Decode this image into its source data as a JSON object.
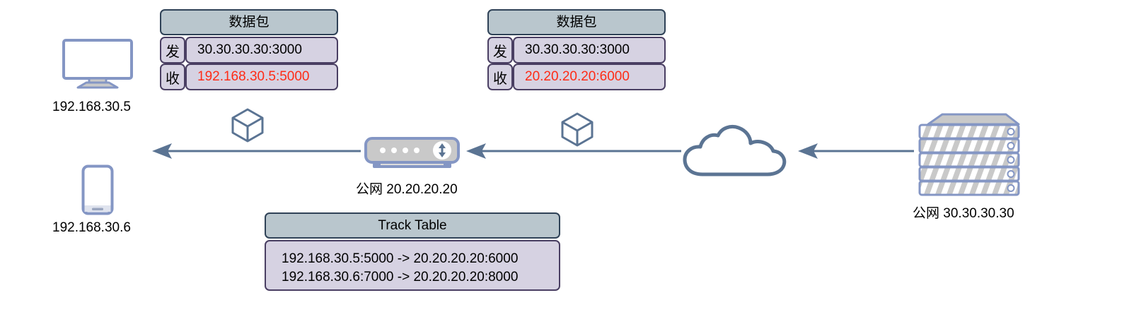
{
  "diagram": {
    "title": "NAT packet flow diagram",
    "colors": {
      "stroke_blue": "#5b7493",
      "device_border": "#8496c4",
      "device_fill": "#c9c9c9",
      "header_fill": "#b9c6cd",
      "header_border": "#2f4257",
      "cell_fill": "#d6d2e2",
      "cell_border": "#4a3f63",
      "highlight_red": "#ff2b16",
      "background": "#ffffff"
    }
  },
  "packets": [
    {
      "header": "数据包",
      "rows": [
        {
          "label": "发",
          "value": "30.30.30.30:3000",
          "highlight": false
        },
        {
          "label": "收",
          "value": "192.168.30.5:5000",
          "highlight": true
        }
      ]
    },
    {
      "header": "数据包",
      "rows": [
        {
          "label": "发",
          "value": "30.30.30.30:3000",
          "highlight": false
        },
        {
          "label": "收",
          "value": "20.20.20.20:6000",
          "highlight": true
        }
      ]
    }
  ],
  "track_table": {
    "header": "Track Table",
    "entries": [
      "192.168.30.5:5000 -> 20.20.20.20:6000",
      "192.168.30.6:7000 -> 20.20.20.20:8000"
    ],
    "entries_text": "192.168.30.5:5000 -> 20.20.20.20:6000\n192.168.30.6:7000 -> 20.20.20.20:8000"
  },
  "nodes": {
    "desktop": {
      "icon": "desktop-monitor-icon",
      "label": "192.168.30.5"
    },
    "phone": {
      "icon": "mobile-phone-icon",
      "label": "192.168.30.6"
    },
    "router": {
      "icon": "router-icon",
      "label": "公网 20.20.20.20"
    },
    "cloud": {
      "icon": "cloud-icon",
      "label": ""
    },
    "server": {
      "icon": "server-rack-icon",
      "label": "公网 30.30.30.30"
    }
  },
  "packet_cubes": [
    {
      "icon": "package-cube-icon"
    },
    {
      "icon": "package-cube-icon"
    }
  ],
  "arrows": [
    {
      "name": "arrow-router-to-lan",
      "direction": "left"
    },
    {
      "name": "arrow-cloud-to-router",
      "direction": "left"
    },
    {
      "name": "arrow-server-to-cloud",
      "direction": "left"
    }
  ]
}
